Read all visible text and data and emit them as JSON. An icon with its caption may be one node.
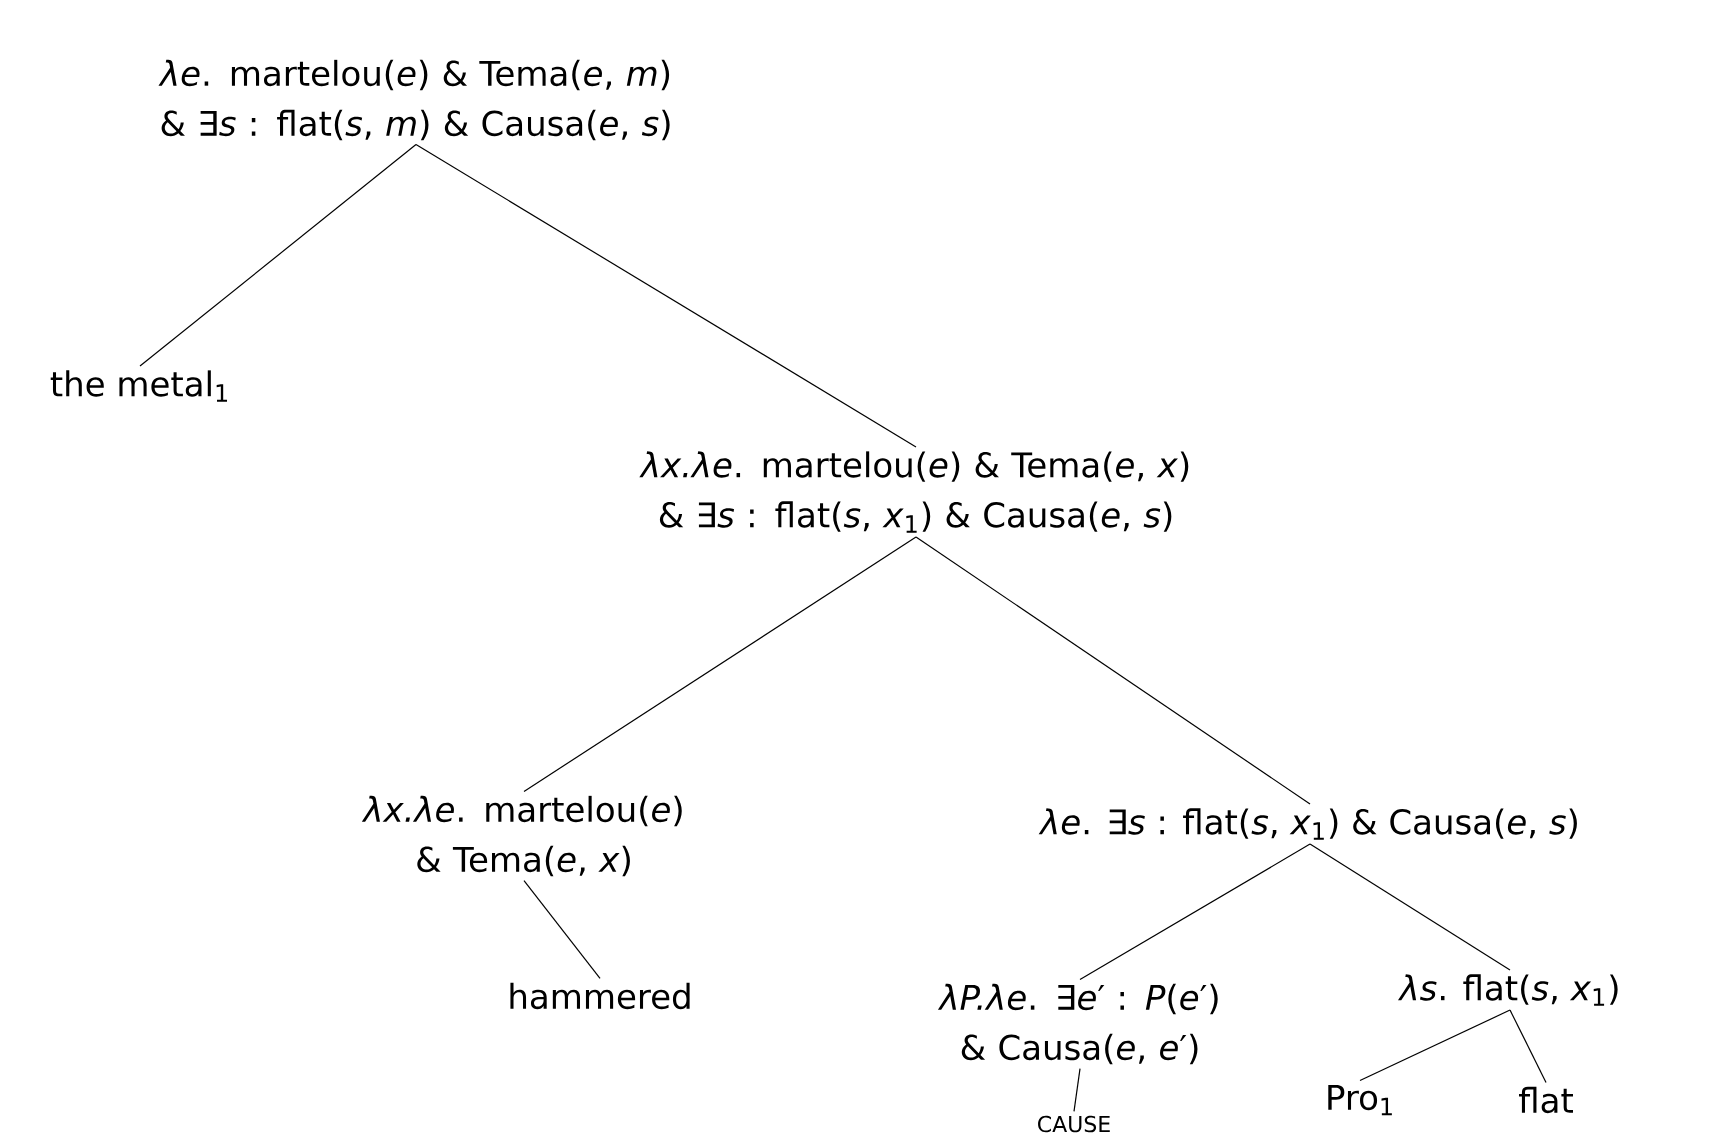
{
  "diagram": {
    "nodes": [
      {
        "text": [
          "*λe*. martelou(*e*) & Tema(*e*, *m*) & ∃*s* : flat(*s*, *m*) & Causa(*e*, *s*)"
        ]
      },
      {
        "text": [
          "the metal$_{1}$"
        ]
      },
      {
        "text": [
          "*λx.λe*. martelou(*e*) & Tema(*e*, *x*) & ∃*s* : flat(*s*, *x*$_{1}$) & Causa(*e*, *s*)"
        ]
      },
      {
        "text": [
          "*λx.λe*. martelou(*e*) & Tema(*e*, *x*)"
        ]
      },
      {
        "text": [
          "*λe*. ∃*s* : flat(*s*, *x*$_{1}$) & Causa(*e*, *s*)"
        ]
      },
      {
        "text": [
          "hammered"
        ]
      },
      {
        "text": [
          "*λP.λe*. ∃*e*′ : *P*(*e*′) & Causa(*e*, *e*′)"
        ]
      },
      {
        "text": [
          "*λs*. flat(*s*, *x*$_{1}$)"
        ]
      },
      {
        "text": [
          "CAUSE"
        ]
      },
      {
        "text": [
          "Pro$_{1}$"
        ]
      },
      {
        "text": [
          "flat"
        ]
      }
    ],
    "edges": [
      {
        "from": 0,
        "to": 1,
        "arrow": "none"
      },
      {
        "from": 0,
        "to": 2,
        "arrow": "none"
      },
      {
        "from": 2,
        "to": 3,
        "arrow": "none"
      },
      {
        "from": 2,
        "to": 4,
        "arrow": "none"
      },
      {
        "from": 3,
        "to": 5,
        "arrow": "none"
      },
      {
        "from": 4,
        "to": 6,
        "arrow": "none"
      },
      {
        "from": 4,
        "to": 7,
        "arrow": "none"
      },
      {
        "from": 6,
        "to": 8,
        "arrow": "none"
      },
      {
        "from": 7,
        "to": 9,
        "arrow": "none"
      },
      {
        "from": 7,
        "to": 10,
        "arrow": "none"
      }
    ]
  }
}
